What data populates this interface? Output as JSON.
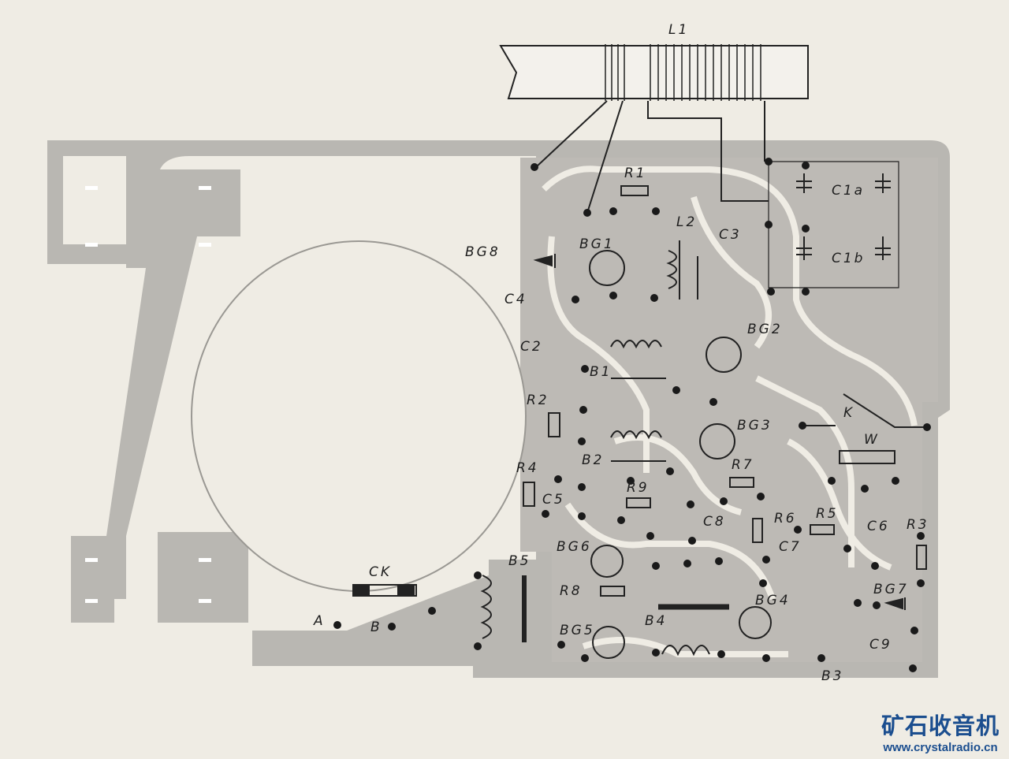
{
  "labels": {
    "L1": "L1",
    "R1": "R1",
    "BG1": "BG1",
    "BG8": "BG8",
    "L2": "L2",
    "C3": "C3",
    "C1a": "C1a",
    "C1b": "C1b",
    "C4": "C4",
    "C2": "C2",
    "B1": "B1",
    "BG2": "BG2",
    "R2": "R2",
    "B2": "B2",
    "BG3": "BG3",
    "K": "K",
    "W": "W",
    "R4": "R4",
    "C5": "C5",
    "R9": "R9",
    "R7": "R7",
    "R6": "R6",
    "R5": "R5",
    "C6": "C6",
    "R3": "R3",
    "C8": "C8",
    "C7": "C7",
    "BG6": "BG6",
    "BG7": "BG7",
    "R8": "R8",
    "B5": "B5",
    "CK": "CK",
    "A": "A",
    "B": "B",
    "BG5": "BG5",
    "B4": "B4",
    "BG4": "BG4",
    "C9": "C9",
    "B3": "B3"
  },
  "watermark": {
    "name_cn": "矿石收音机",
    "url": "www.crystalradio.cn"
  },
  "colors": {
    "paper": "#efece4",
    "copper": "#b9b7b2",
    "ink": "#1e1e1e",
    "brand": "#1b4e8f"
  }
}
